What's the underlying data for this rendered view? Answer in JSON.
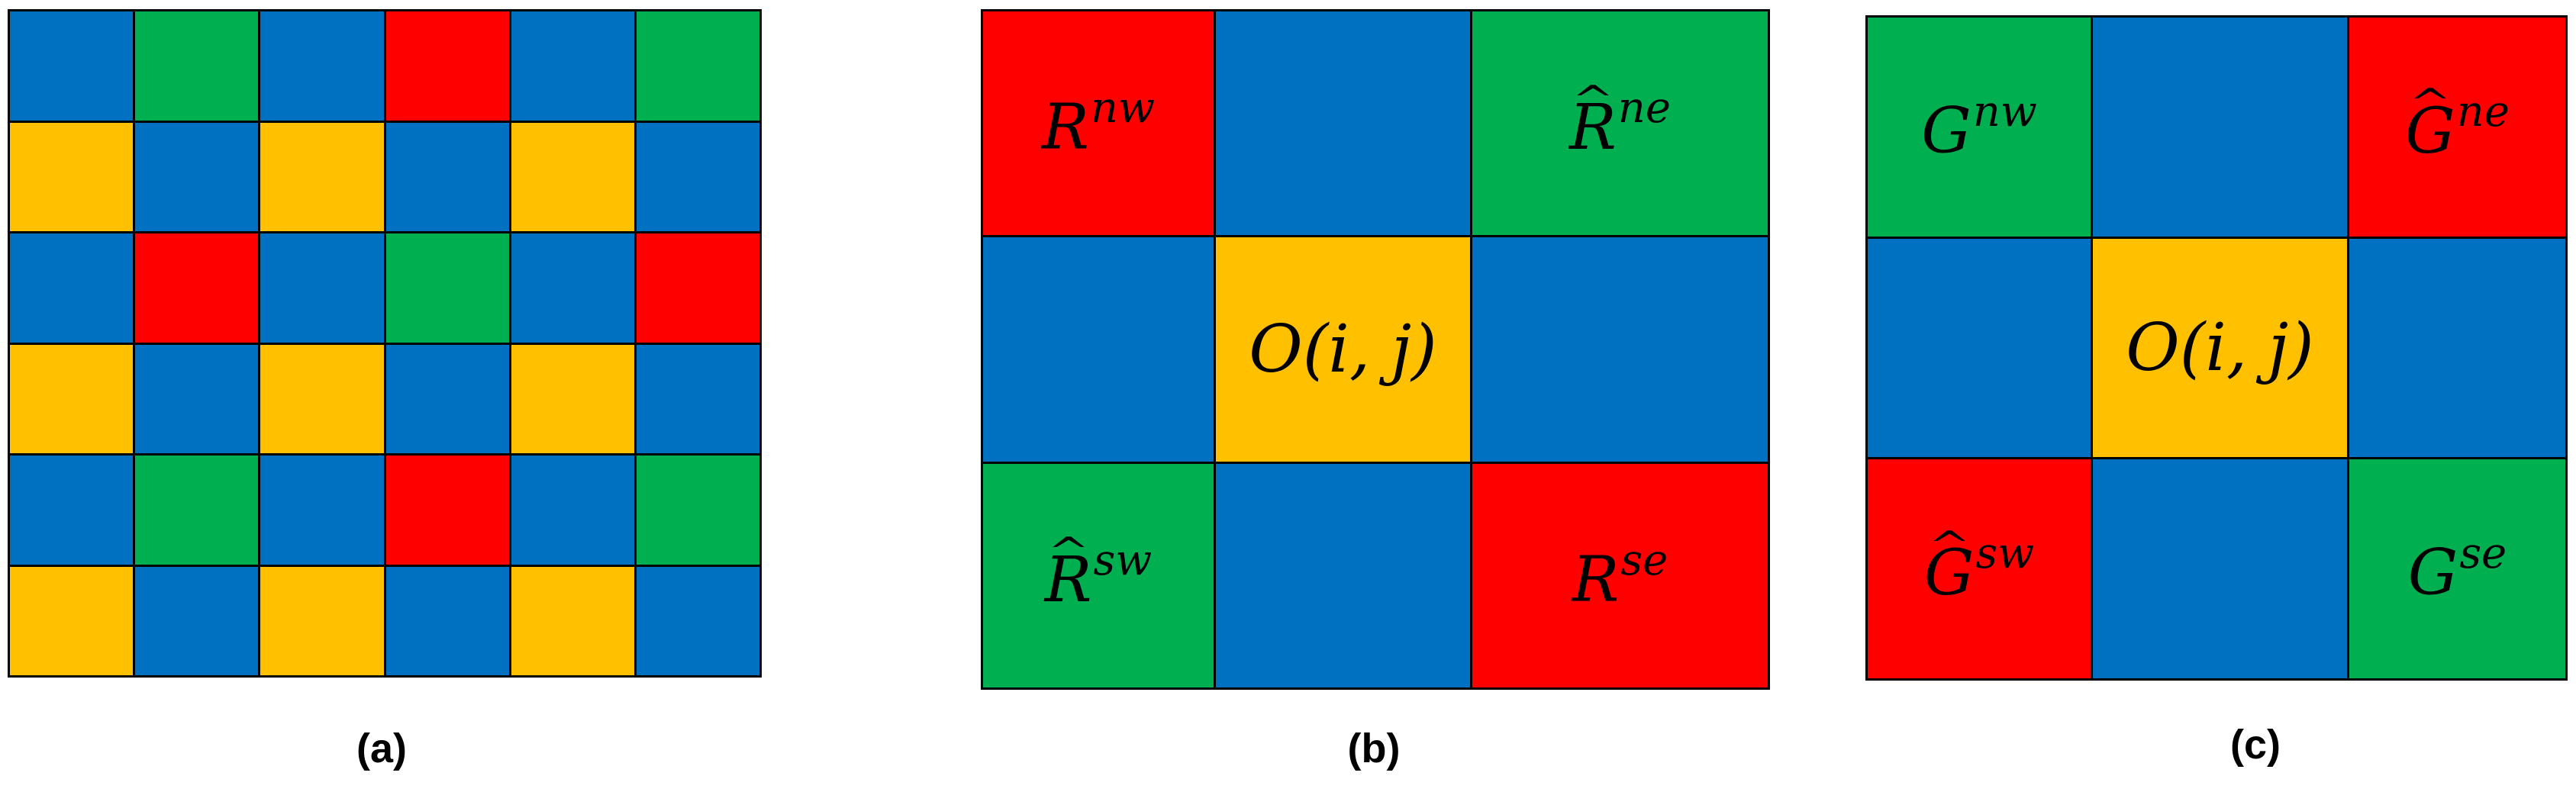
{
  "colors": {
    "blue": "#0070C0",
    "green": "#00B050",
    "red": "#FF0000",
    "yellow": "#FFC000",
    "border": "#000000"
  },
  "panel_a": {
    "caption": "(a)",
    "grid": [
      [
        "blue",
        "green",
        "blue",
        "red",
        "blue",
        "green"
      ],
      [
        "yellow",
        "blue",
        "yellow",
        "blue",
        "yellow",
        "blue"
      ],
      [
        "blue",
        "red",
        "blue",
        "green",
        "blue",
        "red"
      ],
      [
        "yellow",
        "blue",
        "yellow",
        "blue",
        "yellow",
        "blue"
      ],
      [
        "blue",
        "green",
        "blue",
        "red",
        "blue",
        "green"
      ],
      [
        "yellow",
        "blue",
        "yellow",
        "blue",
        "yellow",
        "blue"
      ]
    ]
  },
  "panel_b": {
    "caption": "(b)",
    "cells": [
      {
        "color": "red",
        "base": "R",
        "hat": false,
        "sup": "nw"
      },
      {
        "color": "blue",
        "base": "",
        "hat": false,
        "sup": ""
      },
      {
        "color": "green",
        "base": "R",
        "hat": true,
        "sup": "ne"
      },
      {
        "color": "blue",
        "base": "",
        "hat": false,
        "sup": ""
      },
      {
        "color": "yellow",
        "base": "O(i, j)",
        "hat": false,
        "sup": "",
        "center": true
      },
      {
        "color": "blue",
        "base": "",
        "hat": false,
        "sup": ""
      },
      {
        "color": "green",
        "base": "R",
        "hat": true,
        "sup": "sw"
      },
      {
        "color": "blue",
        "base": "",
        "hat": false,
        "sup": ""
      },
      {
        "color": "red",
        "base": "R",
        "hat": false,
        "sup": "se"
      }
    ]
  },
  "panel_c": {
    "caption": "(c)",
    "cells": [
      {
        "color": "green",
        "base": "G",
        "hat": false,
        "sup": "nw"
      },
      {
        "color": "blue",
        "base": "",
        "hat": false,
        "sup": ""
      },
      {
        "color": "red",
        "base": "G",
        "hat": true,
        "sup": "ne"
      },
      {
        "color": "blue",
        "base": "",
        "hat": false,
        "sup": ""
      },
      {
        "color": "yellow",
        "base": "O(i, j)",
        "hat": false,
        "sup": "",
        "center": true
      },
      {
        "color": "blue",
        "base": "",
        "hat": false,
        "sup": ""
      },
      {
        "color": "red",
        "base": "G",
        "hat": true,
        "sup": "sw"
      },
      {
        "color": "blue",
        "base": "",
        "hat": false,
        "sup": ""
      },
      {
        "color": "green",
        "base": "G",
        "hat": false,
        "sup": "se"
      }
    ]
  }
}
